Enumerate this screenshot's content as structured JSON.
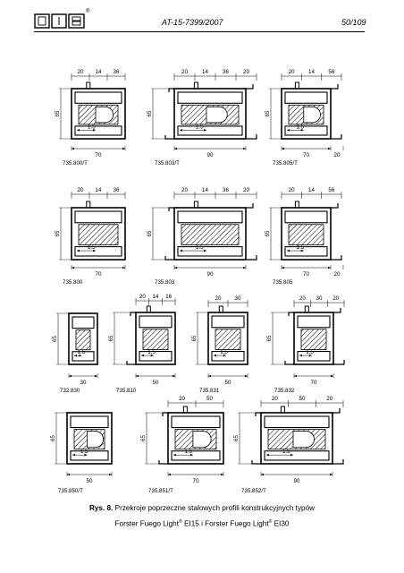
{
  "header": {
    "logo_name": "ITB logo",
    "doc_id": "AT-15-7399/2007",
    "page_number": "50/109"
  },
  "figures": [
    {
      "code": "735.800/T",
      "dims_top": [
        "20",
        "14",
        "36"
      ],
      "height": "65",
      "thick": "1.5",
      "width": "70"
    },
    {
      "code": "735.803/T",
      "dims_top": [
        "20",
        "14",
        "36",
        "20"
      ],
      "height": "65",
      "thick": "1.5",
      "width": "90"
    },
    {
      "code": "735.805/T",
      "dims_top": [
        "20",
        "14",
        "56"
      ],
      "height": "65",
      "thick": "1.5",
      "width": "70",
      "extra": "20"
    },
    {
      "code": "735.800",
      "dims_top": [
        "20",
        "14",
        "36"
      ],
      "height": "65",
      "thick": "1.5",
      "width": "70"
    },
    {
      "code": "735.803",
      "dims_top": [
        "20",
        "14",
        "36",
        "20"
      ],
      "height": "65",
      "thick": "1.5",
      "width": "90"
    },
    {
      "code": "735.805",
      "dims_top": [
        "20",
        "14",
        "56"
      ],
      "height": "65",
      "thick": "1.5",
      "width": "70",
      "extra": "20"
    },
    {
      "code": "732.830",
      "dims_top": [],
      "height": "65",
      "thick": "1.5",
      "width": "30"
    },
    {
      "code": "735.810",
      "dims_top": [
        "20",
        "14",
        "16"
      ],
      "height": "65",
      "thick": "1.5",
      "width": "50"
    },
    {
      "code": "735.831",
      "dims_top": [
        "20",
        "30"
      ],
      "height": "65",
      "thick": "1.5",
      "width": "50"
    },
    {
      "code": "735.832",
      "dims_top": [
        "20",
        "30",
        "20"
      ],
      "height": "65",
      "thick": "1.5",
      "width": "70"
    },
    {
      "code": "735.850/T",
      "dims_top": [],
      "height": "65",
      "thick": "1.5",
      "width": "50"
    },
    {
      "code": "735.851/T",
      "dims_top": [
        "20",
        "50"
      ],
      "height": "65",
      "thick": "1.5",
      "width": "70"
    },
    {
      "code": "735.852/T",
      "dims_top": [
        "20",
        "50",
        "20"
      ],
      "height": "65",
      "thick": "1.5",
      "width": "90"
    }
  ],
  "caption": {
    "prefix": "Rys. 8.",
    "line1": "Przekroje poprzeczne stalowych profili konstrukcyjnych typów",
    "line2_a": "Forster Fuego Light",
    "line2_b": " EI15 i Forster Fuego Light",
    "line2_c": " EI30",
    "reg": "®"
  }
}
